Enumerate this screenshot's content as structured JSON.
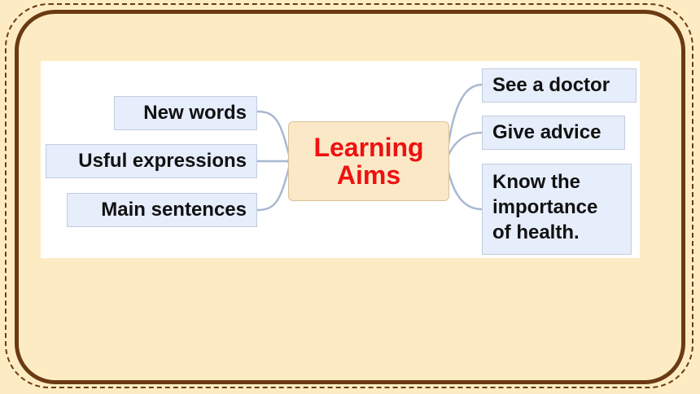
{
  "center": {
    "line1": "Learning",
    "line2": "Aims"
  },
  "left_nodes": [
    {
      "label": "New words"
    },
    {
      "label": "Usful expressions"
    },
    {
      "label": "Main sentences"
    }
  ],
  "right_nodes": [
    {
      "label": "See a doctor"
    },
    {
      "label": "Give advice"
    },
    {
      "lines": [
        "Know the",
        "importance",
        "of health."
      ]
    }
  ],
  "colors": {
    "background": "#fdecc3",
    "frame": "#6b3a12",
    "node_fill": "#e6edfb",
    "center_fill": "#fbe8c7",
    "center_text": "#ee1111",
    "connector": "#a9b8d2"
  }
}
